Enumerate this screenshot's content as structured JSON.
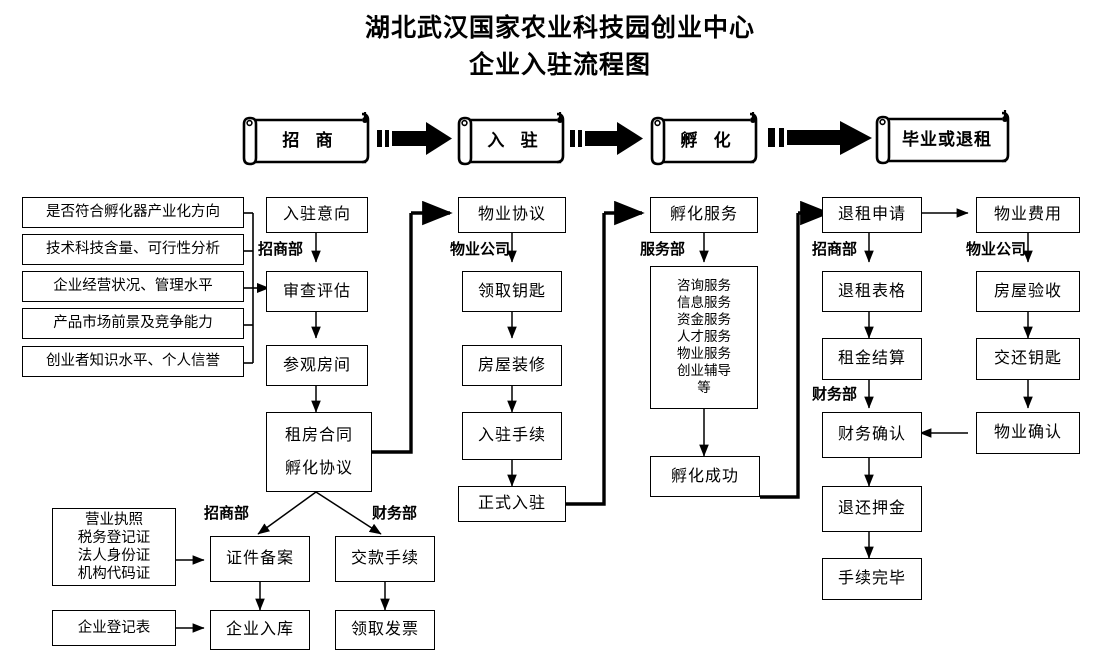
{
  "title": {
    "line1": "湖北武汉国家农业科技园创业中心",
    "line2": "企业入驻流程图"
  },
  "stages": [
    {
      "name": "stage-zhaoshang",
      "label": "招 商"
    },
    {
      "name": "stage-ruzhu",
      "label": "入 驻"
    },
    {
      "name": "stage-fuhua",
      "label": "孵 化"
    },
    {
      "name": "stage-biye",
      "label": "毕业或退租"
    }
  ],
  "criteria": {
    "items": [
      "是否符合孵化器产业化方向",
      "技术科技含量、可行性分析",
      "企业经营状况、管理水平",
      "产品市场前景及竞争能力",
      "创业者知识水平、个人信誉"
    ]
  },
  "columns": {
    "admission": {
      "dept": "招商部",
      "nodes": [
        "入驻意向",
        "审查评估",
        "参观房间"
      ],
      "contract_line1": "租房合同",
      "contract_line2": "孵化协议"
    },
    "property": {
      "dept": "物业公司",
      "nodes": [
        "物业协议",
        "领取钥匙",
        "房屋装修",
        "入驻手续",
        "正式入驻"
      ]
    },
    "incubation": {
      "dept": "服务部",
      "head": "孵化服务",
      "services": [
        "咨询服务",
        "信息服务",
        "资金服务",
        "人才服务",
        "物业服务",
        "创业辅导",
        "等"
      ],
      "result": "孵化成功"
    },
    "exit": {
      "dept1": "招商部",
      "dept2": "财务部",
      "nodes": [
        "退租申请",
        "退租表格",
        "租金结算",
        "财务确认",
        "退还押金",
        "手续完毕"
      ]
    },
    "property_exit": {
      "dept": "物业公司",
      "nodes": [
        "物业费用",
        "房屋验收",
        "交还钥匙",
        "物业确认"
      ]
    }
  },
  "bottom": {
    "dept_left": "招商部",
    "dept_right": "财务部",
    "documents": [
      "营业执照",
      "税务登记证",
      "法人身份证",
      "机构代码证"
    ],
    "registration_form": "企业登记表",
    "admission_nodes": [
      "证件备案",
      "企业入库"
    ],
    "finance_nodes": [
      "交款手续",
      "领取发票"
    ]
  },
  "colors": {
    "line": "#000000",
    "background": "#ffffff"
  }
}
